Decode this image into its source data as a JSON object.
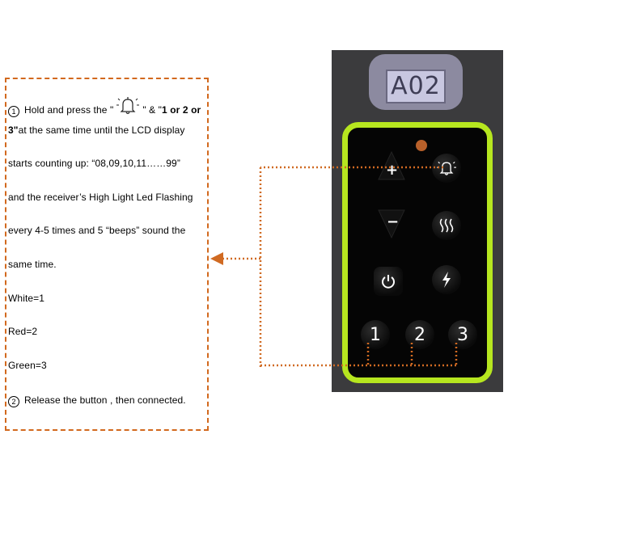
{
  "instructions": {
    "step1_marker": "1",
    "step1_pre": "Hold and press the \"",
    "step1_mid": "\" & \"",
    "step1_bold": "1 or 2 or",
    "line2_bold": "3\"",
    "line2_text": "at the same time until the LCD display",
    "line3": "starts counting up: “08,09,10,11……99”",
    "line4": "and the receiver’s High Light Led Flashing",
    "line5": "every 4-5 times and 5 “beeps” sound the",
    "line6": "same time.",
    "white": "White=1",
    "red": "Red=2",
    "green": "Green=3",
    "step2_marker": "2",
    "step2_text": "Release the button , then connected."
  },
  "remote": {
    "lcd_text": "A02",
    "buttons": {
      "plus": "+",
      "minus": "−",
      "num1": "1",
      "num2": "2",
      "num3": "3"
    },
    "icons": [
      "bell-icon",
      "vibration-icon",
      "power-icon",
      "shock-icon",
      "up-arrow-icon",
      "down-arrow-icon"
    ]
  },
  "colors": {
    "dashed_orange": "#d2691e",
    "dotted_orange": "#d06a22",
    "panel_border_green": "#b6e61f",
    "remote_body": "#3b3b3d",
    "lcd_screen": "#c8c7e0"
  }
}
